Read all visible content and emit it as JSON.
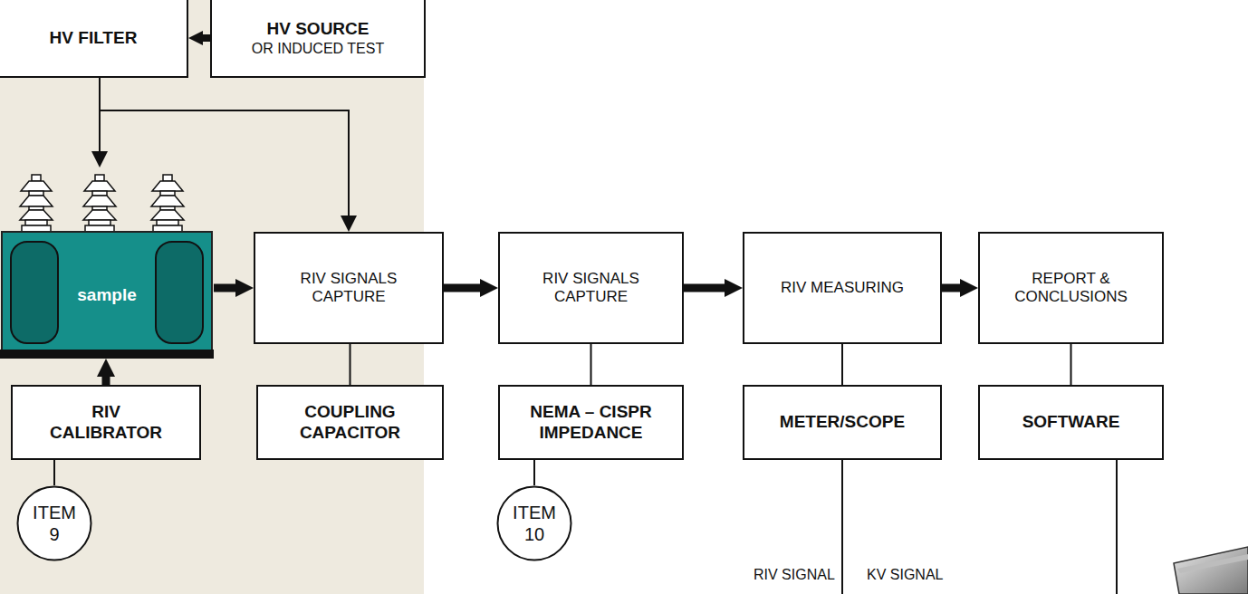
{
  "diagram": {
    "nodes": [
      {
        "text": [
          "HV FILTER"
        ]
      },
      {
        "text": [
          "HV SOURCE",
          "OR INDUCED TEST"
        ]
      },
      {
        "text": [
          "sample"
        ]
      },
      {
        "text": [
          "RIV SIGNALS CAPTURE"
        ]
      },
      {
        "text": [
          "RIV SIGNALS CAPTURE"
        ]
      },
      {
        "text": [
          "RIV MEASURING"
        ]
      },
      {
        "text": [
          "REPORT & CONCLUSIONS"
        ]
      },
      {
        "text": [
          "RIV CALIBRATOR"
        ]
      },
      {
        "text": [
          "COUPLING CAPACITOR"
        ]
      },
      {
        "text": [
          "NEMA – CISPR IMPEDANCE"
        ]
      },
      {
        "text": [
          "METER/SCOPE"
        ]
      },
      {
        "text": [
          "SOFTWARE"
        ]
      },
      {
        "text": [
          "ITEM 9"
        ]
      },
      {
        "text": [
          "ITEM 10"
        ]
      }
    ],
    "edges": [
      {
        "from": 1,
        "to": 0,
        "arrow": "to"
      },
      {
        "from": 0,
        "to": 2,
        "arrow": "to"
      },
      {
        "from": 0,
        "to": 3,
        "arrow": "to"
      },
      {
        "from": 2,
        "to": 3,
        "arrow": "to"
      },
      {
        "from": 3,
        "to": 4,
        "arrow": "to"
      },
      {
        "from": 4,
        "to": 5,
        "arrow": "to"
      },
      {
        "from": 5,
        "to": 6,
        "arrow": "to"
      },
      {
        "from": 7,
        "to": 2,
        "arrow": "to"
      },
      {
        "from": 3,
        "to": 8,
        "arrow": "none"
      },
      {
        "from": 4,
        "to": 9,
        "arrow": "none"
      },
      {
        "from": 5,
        "to": 10,
        "arrow": "none"
      },
      {
        "from": 6,
        "to": 11,
        "arrow": "none"
      },
      {
        "from": 7,
        "to": 12,
        "arrow": "none"
      },
      {
        "from": 9,
        "to": 13,
        "arrow": "none"
      }
    ],
    "labels": [
      "RIV SIGNAL",
      "KV SIGNAL"
    ]
  }
}
